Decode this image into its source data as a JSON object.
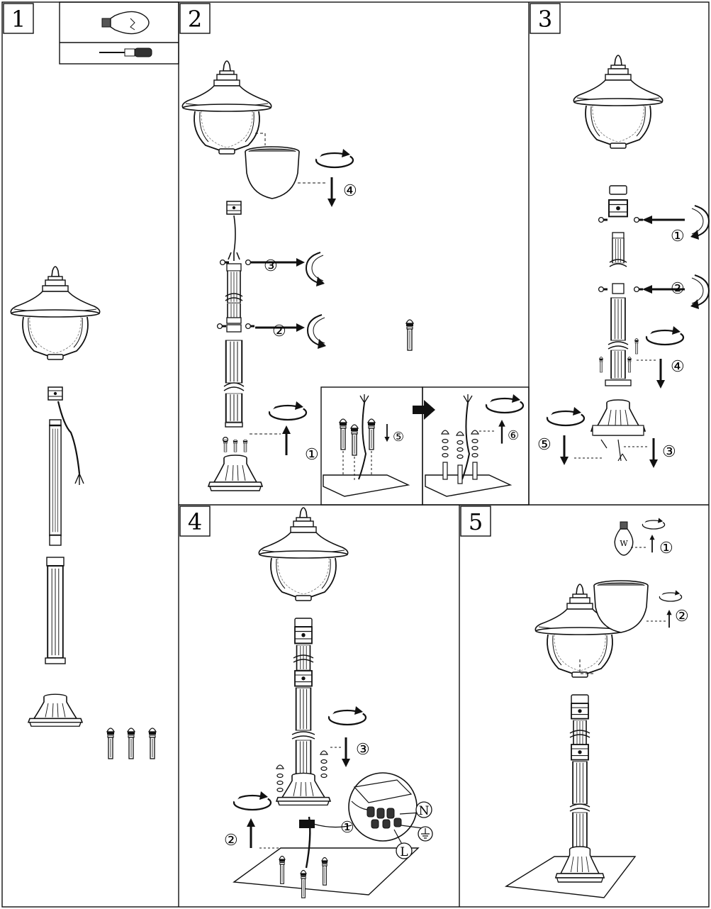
{
  "steps": {
    "s1": "1",
    "s2": "2",
    "s3": "3",
    "s4": "4",
    "s5": "5"
  },
  "step2_sub": [
    "①",
    "②",
    "③",
    "④",
    "⑤",
    "⑥"
  ],
  "step3_sub": [
    "①",
    "②",
    "③",
    "④",
    "⑤"
  ],
  "step4_sub": [
    "①",
    "②",
    "③"
  ],
  "step5_sub": [
    "①",
    "②"
  ],
  "wiring_labels": {
    "neutral": "N",
    "live": "L"
  },
  "bulb_mark": "W",
  "icons": [
    "light-bulb-icon",
    "screwdriver-icon"
  ],
  "colors": {
    "line": "#111111",
    "background": "#ffffff"
  }
}
